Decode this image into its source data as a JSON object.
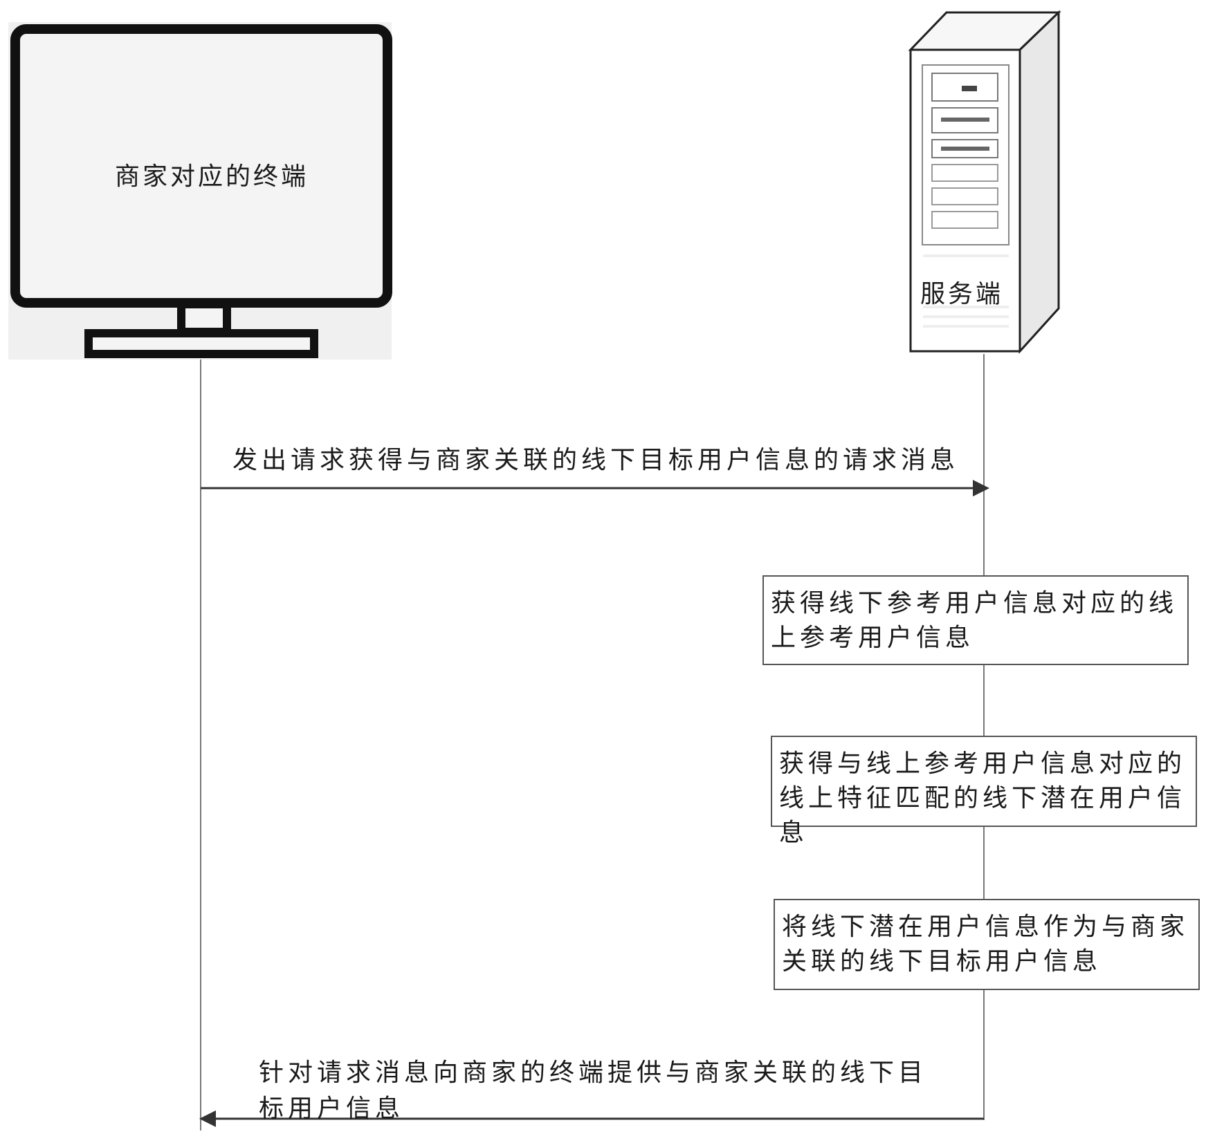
{
  "actors": {
    "terminal": {
      "label": "商家对应的终端",
      "icon": "monitor-icon"
    },
    "server": {
      "label": "服务端",
      "icon": "server-icon"
    }
  },
  "messages": {
    "request": "发出请求获得与商家关联的线下目标用户信息的请求消息",
    "response": "针对请求消息向商家的终端提供与商家关联的线下目标用户信息"
  },
  "steps": [
    "获得线下参考用户信息对应的线上参考用户信息",
    "获得与线上参考用户信息对应的线上特征匹配的线下潜在用户信息",
    "将线下潜在用户信息作为与商家关联的线下目标用户信息"
  ]
}
